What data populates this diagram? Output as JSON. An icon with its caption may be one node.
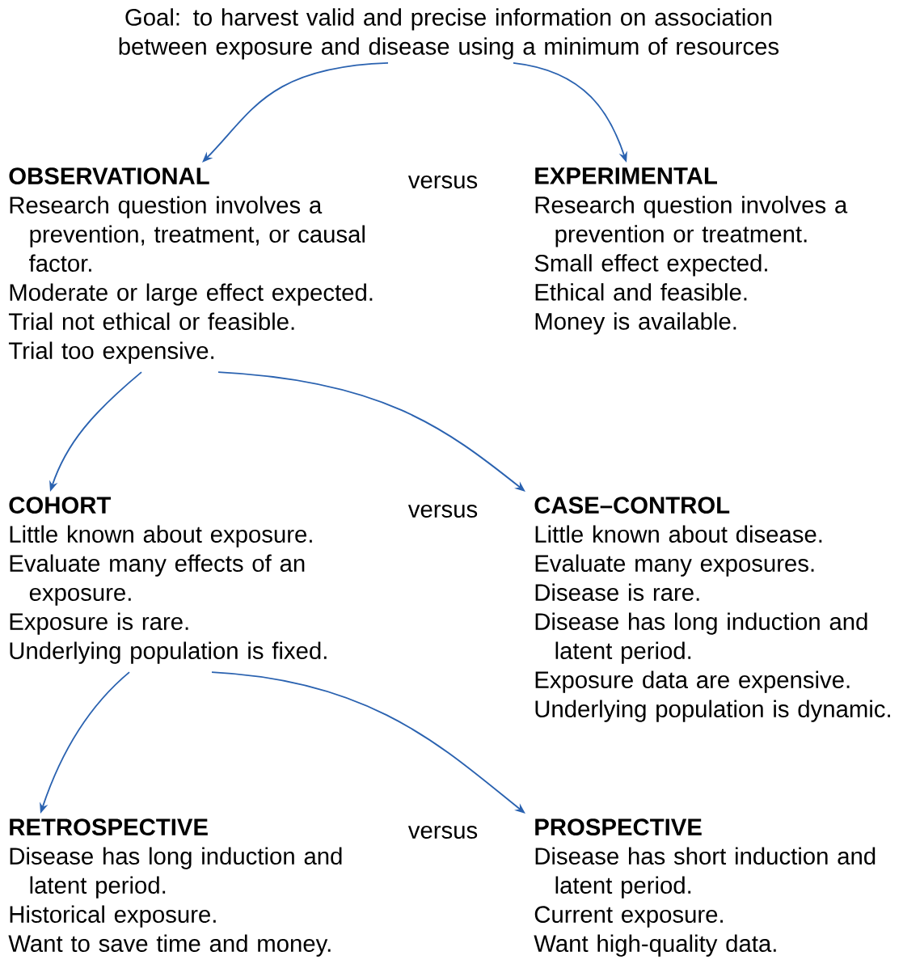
{
  "diagram": {
    "nodes": [
      {
        "text": [
          "Goal: to harvest valid and precise information on association between exposure and disease using a minimum of resources"
        ]
      },
      {
        "text": [
          "OBSERVATIONAL",
          "Research question involves a prevention, treatment, or causal factor.",
          "Moderate or large effect expected.",
          "Trial not ethical or feasible.",
          "Trial too expensive."
        ]
      },
      {
        "text": [
          "EXPERIMENTAL",
          "Research question involves a prevention or treatment.",
          "Small effect expected.",
          "Ethical and feasible.",
          "Money is available."
        ]
      },
      {
        "text": [
          "COHORT",
          "Little known about exposure.",
          "Evaluate many effects of an exposure.",
          "Exposure is rare.",
          "Underlying population is fixed."
        ]
      },
      {
        "text": [
          "CASE–CONTROL",
          "Little known about disease.",
          "Evaluate many exposures.",
          "Disease is rare.",
          "Disease has long induction and latent period.",
          "Exposure data are expensive.",
          "Underlying population is dynamic."
        ]
      },
      {
        "text": [
          "RETROSPECTIVE",
          "Disease has long induction and latent period.",
          "Historical exposure.",
          "Want to save time and money."
        ]
      },
      {
        "text": [
          "PROSPECTIVE",
          "Disease has short induction and latent period.",
          "Current exposure.",
          "Want high-quality data."
        ]
      }
    ],
    "edges": [
      {
        "from": 0,
        "to": 1,
        "arrow": "to"
      },
      {
        "from": 0,
        "to": 2,
        "arrow": "to"
      },
      {
        "from": 1,
        "to": 3,
        "arrow": "to"
      },
      {
        "from": 1,
        "to": 4,
        "arrow": "to"
      },
      {
        "from": 3,
        "to": 5,
        "arrow": "to"
      },
      {
        "from": 3,
        "to": 6,
        "arrow": "to"
      }
    ],
    "labels": [
      "versus",
      "versus",
      "versus"
    ]
  }
}
